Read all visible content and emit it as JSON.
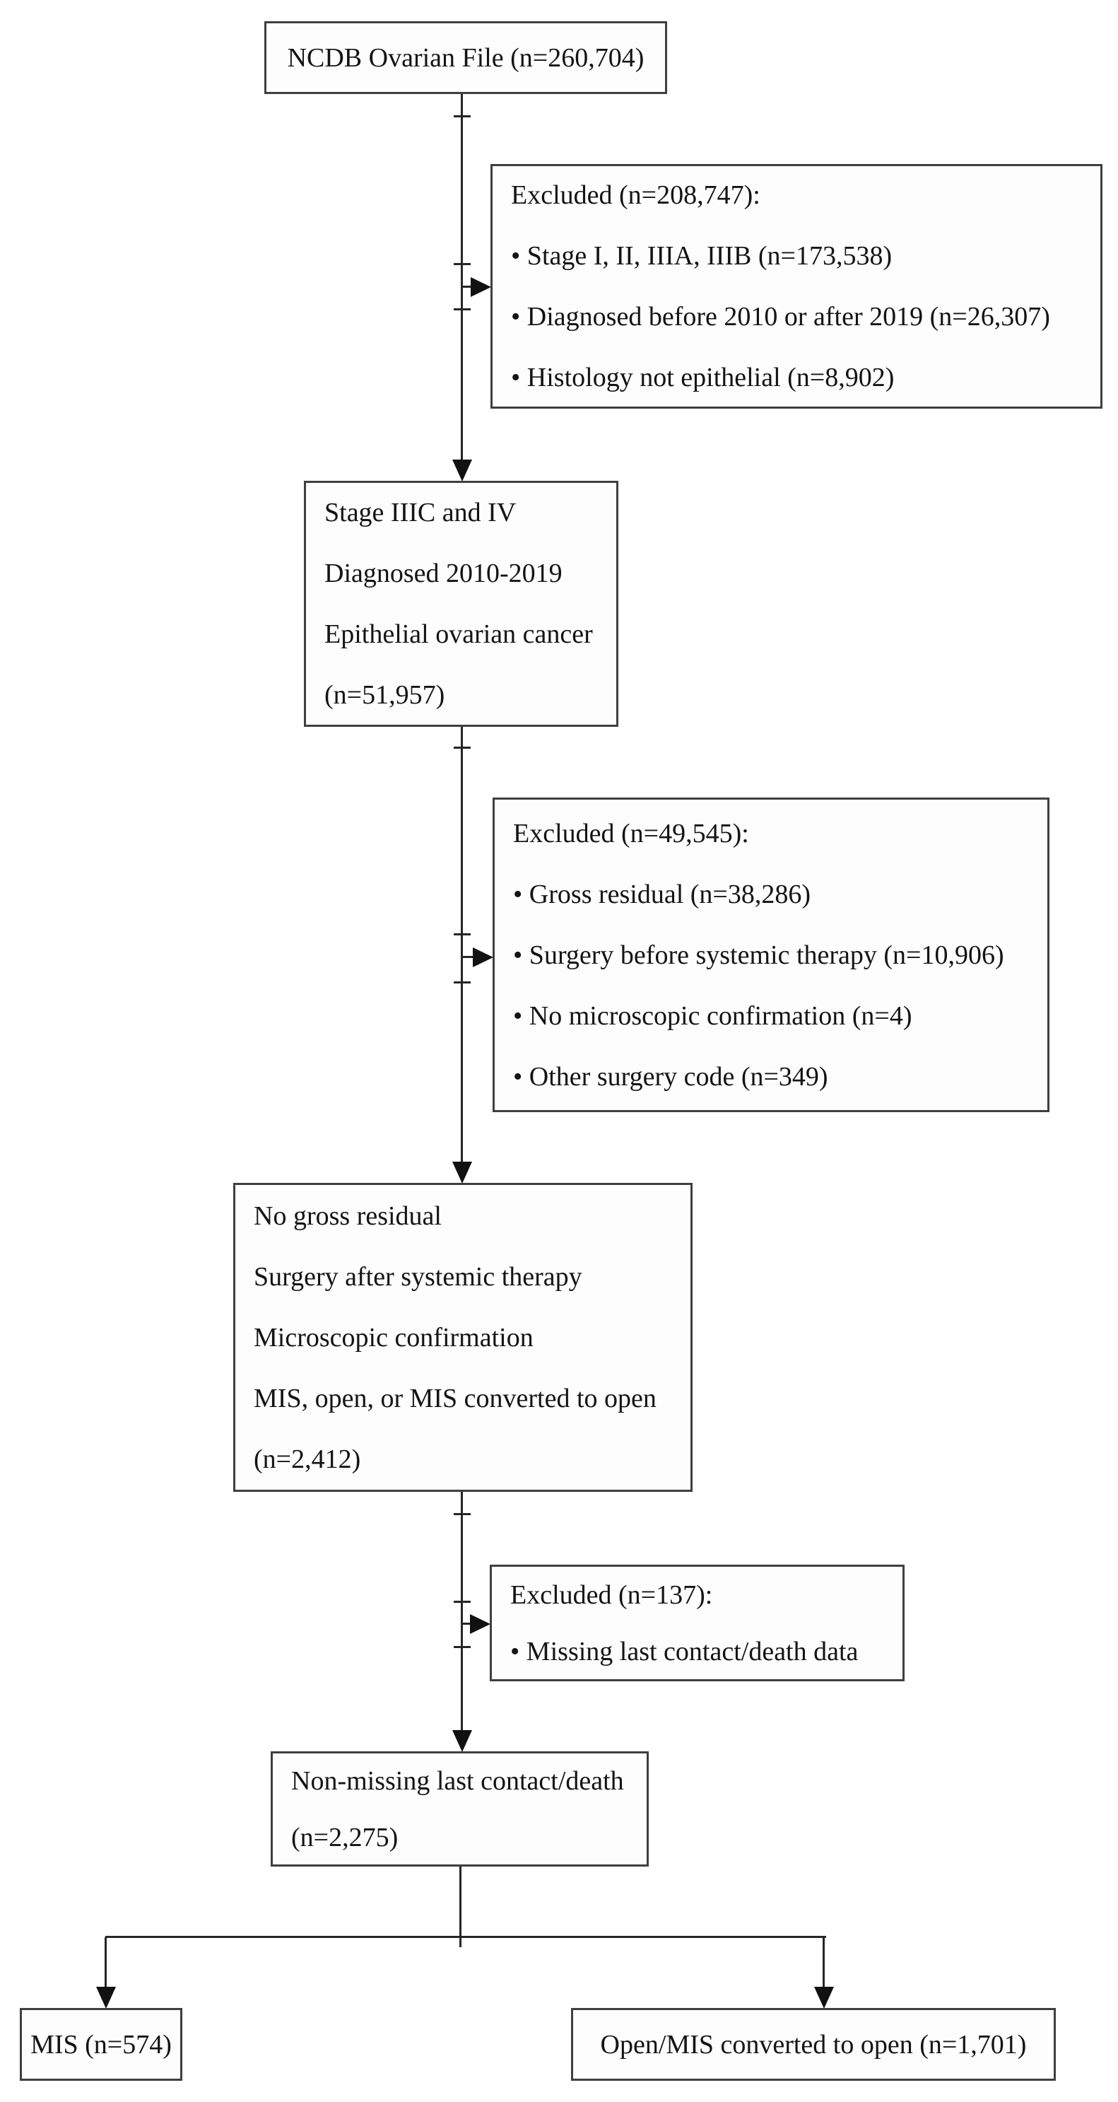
{
  "diagram": {
    "type": "flowchart",
    "line_color": "#262626",
    "border_color": "#3f3f3f",
    "text_color": "#141414",
    "boxes": {
      "root": {
        "lines": [
          "NCDB Ovarian File (n=260,704)"
        ]
      },
      "excluded1": {
        "lines": [
          "Excluded (n=208,747):",
          "• Stage I, II, IIIA, IIIB (n=173,538)",
          "• Diagnosed before 2010 or after 2019 (n=26,307)",
          "• Histology not epithelial (n=8,902)"
        ]
      },
      "cohort1": {
        "lines": [
          "Stage IIIC and IV",
          "Diagnosed 2010-2019",
          "Epithelial ovarian cancer",
          "(n=51,957)"
        ]
      },
      "excluded2": {
        "lines": [
          "Excluded (n=49,545):",
          "• Gross residual (n=38,286)",
          "• Surgery before systemic therapy (n=10,906)",
          "• No microscopic confirmation (n=4)",
          "• Other surgery code (n=349)"
        ]
      },
      "cohort2": {
        "lines": [
          "No gross residual",
          "Surgery after systemic therapy",
          "Microscopic confirmation",
          "MIS, open, or MIS converted to open",
          "(n=2,412)"
        ]
      },
      "excluded3": {
        "lines": [
          "Excluded (n=137):",
          "• Missing last contact/death data"
        ]
      },
      "cohort3": {
        "lines": [
          "Non-missing last contact/death",
          "(n=2,275)"
        ]
      },
      "mis": {
        "lines": [
          "MIS (n=574)"
        ]
      },
      "open": {
        "lines": [
          "Open/MIS converted to open (n=1,701)"
        ]
      }
    }
  }
}
